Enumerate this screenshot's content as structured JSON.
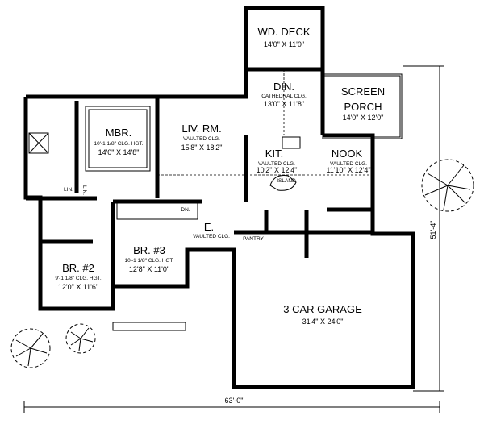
{
  "rooms": {
    "deck": {
      "name": "WD. DECK",
      "size": "14'0\" X 11'0\""
    },
    "din": {
      "name": "DIN.",
      "note": "CATHEDRAL CLG.",
      "size": "13'0\" X 11'8\""
    },
    "porch": {
      "name1": "SCREEN",
      "name2": "PORCH",
      "size": "14'0\" X 12'0\""
    },
    "mbr": {
      "name": "MBR.",
      "note": "10'-1 1/8\" CLG. HGT.",
      "size": "14'0\" X 14'8\""
    },
    "liv": {
      "name": "LIV. RM.",
      "note": "VAULTED CLG.",
      "size": "15'8\" X 18'2\""
    },
    "kit": {
      "name": "KIT.",
      "note": "VAULTED CLG.",
      "size": "10'2\" X 12'4\"",
      "island": "ISLAND"
    },
    "nook": {
      "name": "NOOK",
      "note": "VAULTED CLG.",
      "size": "11'10\" X 12'4\""
    },
    "br3": {
      "name": "BR. #3",
      "note": "10'-1 1/8\" CLG. HGT.",
      "size": "12'8\" X 11'0\""
    },
    "br2": {
      "name": "BR. #2",
      "note": "9'-1 1/8\" CLG. HGT.",
      "size": "12'0\" X 11'6\""
    },
    "entry": {
      "name": "E.",
      "note": "VAULTED CLG."
    },
    "pantry": {
      "name": "PANTRY"
    },
    "stairs": {
      "label": "DN."
    },
    "lin1": {
      "name": "LIN."
    },
    "lin2": {
      "name": "LIN."
    },
    "garage": {
      "name": "3 CAR GARAGE",
      "size": "31'4\" X 24'0\""
    }
  },
  "dimensions": {
    "width": "63'-0\"",
    "depth": "51'-4\""
  }
}
